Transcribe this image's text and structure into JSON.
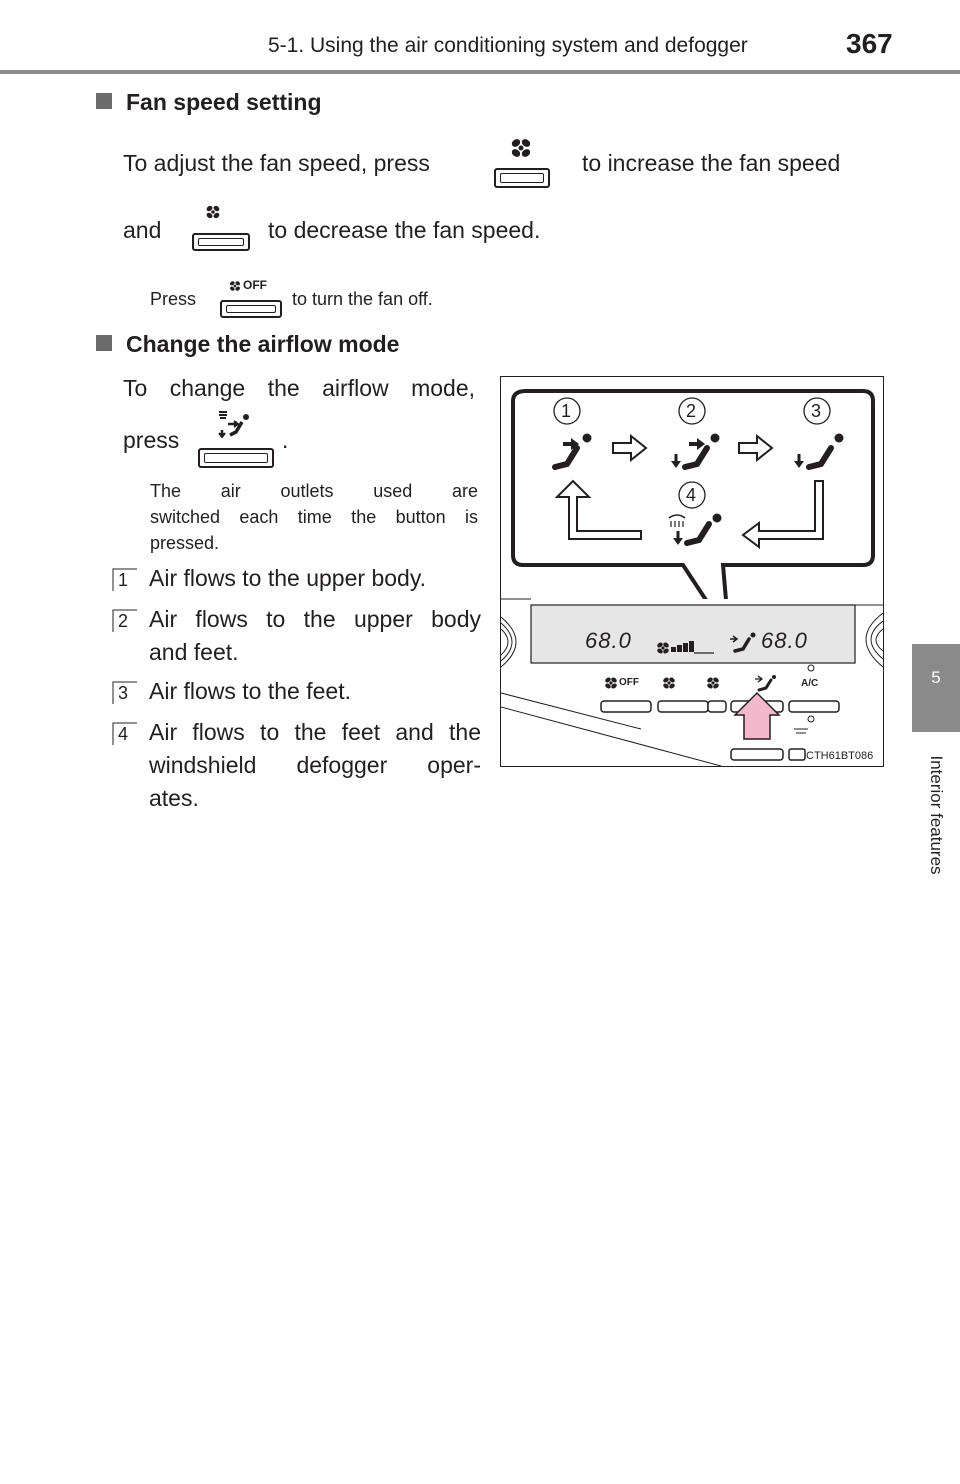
{
  "header": {
    "section_title": "5-1. Using the air conditioning system and defogger",
    "page_number": "367"
  },
  "side_tab": {
    "chapter_number": "5",
    "chapter_label": "Interior features"
  },
  "fan_speed": {
    "heading": "Fan speed setting",
    "line1_a": "To adjust the fan speed, press",
    "line1_b": "to increase the fan speed",
    "line2_a": "and",
    "line2_b": "to decrease the fan speed.",
    "note_a": "Press",
    "note_b": "to turn the fan off."
  },
  "airflow": {
    "heading": "Change the airflow mode",
    "line1": "To change the airflow mode,",
    "line2_a": "press",
    "line2_b": ".",
    "note_line1": "The air outlets used are",
    "note_line2": "switched each time the button is",
    "note_line3": "pressed.",
    "items": [
      {
        "num": "1",
        "text1": "Air flows to the upper body.",
        "text2": ""
      },
      {
        "num": "2",
        "text1": "Air flows to the upper body",
        "text2": "and feet."
      },
      {
        "num": "3",
        "text1": "Air flows to the feet.",
        "text2": ""
      },
      {
        "num": "4",
        "text1": "Air flows to the feet and the",
        "text2": "windshield defogger oper-",
        "text3": "ates."
      }
    ]
  },
  "figure": {
    "callouts": [
      "1",
      "2",
      "3",
      "4"
    ],
    "display_left": "68.0",
    "display_right": "68.0",
    "button_labels": {
      "off": "OFF",
      "ac": "A/C"
    },
    "image_code": "CTH61BT086",
    "colors": {
      "highlight_arrow": "#f4b8cc",
      "display_panel": "#e6e6e6"
    }
  },
  "icons": {
    "fan": "fan-icon",
    "airflow_mode": "airflow-mode-icon",
    "windshield_defogger": "windshield-defogger-icon"
  }
}
